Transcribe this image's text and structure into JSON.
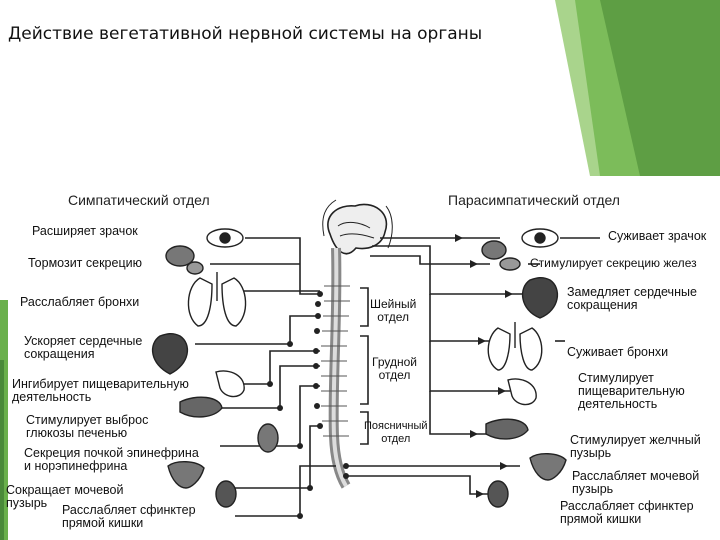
{
  "slide": {
    "title": "Действие вегетативной нервной системы на органы"
  },
  "colors": {
    "accent_green": "#6ab04c",
    "accent_dark": "#4a8a3a",
    "line": "#222222"
  },
  "diagram": {
    "sympathetic_title": "Симпатический отдел",
    "parasympathetic_title": "Парасимпатический отдел",
    "regions": [
      {
        "label": "Шейный\nотдел"
      },
      {
        "label": "Грудной\nотдел"
      },
      {
        "label": "Поясничный\nотдел"
      }
    ],
    "sympathetic_effects": [
      {
        "text": "Расширяет зрачок",
        "organ": "eye-icon"
      },
      {
        "text": "Тормозит секрецию",
        "organ": "salivary-gland-icon"
      },
      {
        "text": "Расслабляет бронхи",
        "organ": "lungs-icon"
      },
      {
        "text": "Ускоряет сердечные\nсокращения",
        "organ": "heart-icon"
      },
      {
        "text": "Ингибирует пищеварительную\nдеятельность",
        "organ": "stomach-icon"
      },
      {
        "text": "Стимулирует выброс\nглюкозы печенью",
        "organ": "liver-icon"
      },
      {
        "text": "Секреция почкой эпинефрина\nи норэпинефрина",
        "organ": "kidney-icon"
      },
      {
        "text": "Сокращает мочевой\nпузырь",
        "organ": "bladder-icon"
      },
      {
        "text": "Расслабляет сфинктер\nпрямой кишки",
        "organ": "rectum-icon"
      }
    ],
    "parasympathetic_effects": [
      {
        "text": "Суживает зрачок",
        "organ": "eye-icon"
      },
      {
        "text": "Стимулирует секрецию желез",
        "organ": "salivary-gland-icon"
      },
      {
        "text": "Замедляет сердечные\nсокращения",
        "organ": "heart-icon"
      },
      {
        "text": "Суживает бронхи",
        "organ": "lungs-icon"
      },
      {
        "text": "Стимулирует\nпищеварительную\nдеятельность",
        "organ": "stomach-icon"
      },
      {
        "text": "Стимулирует желчный\nпузырь",
        "organ": "liver-icon"
      },
      {
        "text": "Расслабляет мочевой\nпузырь",
        "organ": "bladder-icon"
      },
      {
        "text": "Расслабляет сфинктер\nпрямой кишки",
        "organ": "rectum-icon"
      }
    ]
  }
}
